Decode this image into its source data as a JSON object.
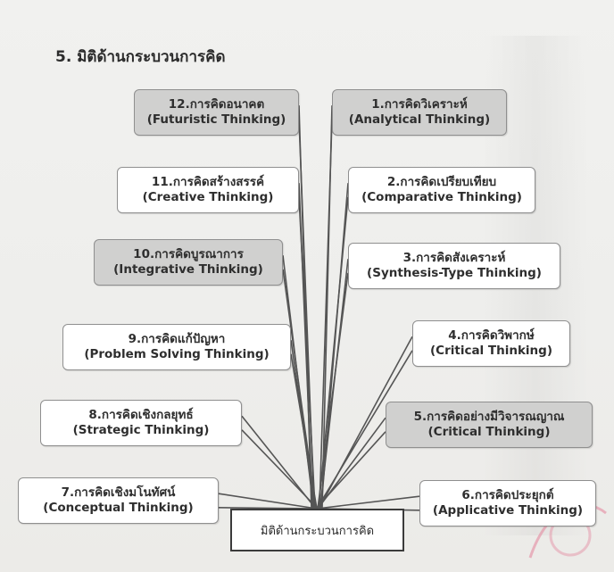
{
  "title": "5. มิติด้านกระบวนการคิด",
  "center_label": "มิติด้านกระบวนการคิด",
  "colors": {
    "box_plain": "#ffffff",
    "box_shaded": "#d0d0cf",
    "line": "#555555",
    "text": "#2e2e2e"
  },
  "left_items": [
    {
      "th": "12.การคิดอนาคต",
      "en": "(Futuristic Thinking)",
      "shaded": true
    },
    {
      "th": "11.การคิดสร้างสรรค์",
      "en": "(Creative Thinking)",
      "shaded": false
    },
    {
      "th": "10.การคิดบูรณาการ",
      "en": "(Integrative Thinking)",
      "shaded": true
    },
    {
      "th": "9.การคิดแก้ปัญหา",
      "en": "(Problem Solving Thinking)",
      "shaded": false
    },
    {
      "th": "8.การคิดเชิงกลยุทธ์",
      "en": "(Strategic Thinking)",
      "shaded": false
    },
    {
      "th": "7.การคิดเชิงมโนทัศน์",
      "en": "(Conceptual Thinking)",
      "shaded": false
    }
  ],
  "right_items": [
    {
      "th": "1.การคิดวิเคราะห์",
      "en": "(Analytical Thinking)",
      "shaded": true
    },
    {
      "th": "2.การคิดเปรียบเทียบ",
      "en": "(Comparative Thinking)",
      "shaded": false
    },
    {
      "th": "3.การคิดสังเคราะห์",
      "en": "(Synthesis-Type Thinking)",
      "shaded": false
    },
    {
      "th": "4.การคิดวิพากษ์",
      "en": "(Critical Thinking)",
      "shaded": false
    },
    {
      "th": "5.การคิดอย่างมีวิจารณญาณ",
      "en": "(Critical Thinking)",
      "shaded": true
    },
    {
      "th": "6.การคิดประยุกต์",
      "en": "(Applicative Thinking)",
      "shaded": false
    }
  ]
}
